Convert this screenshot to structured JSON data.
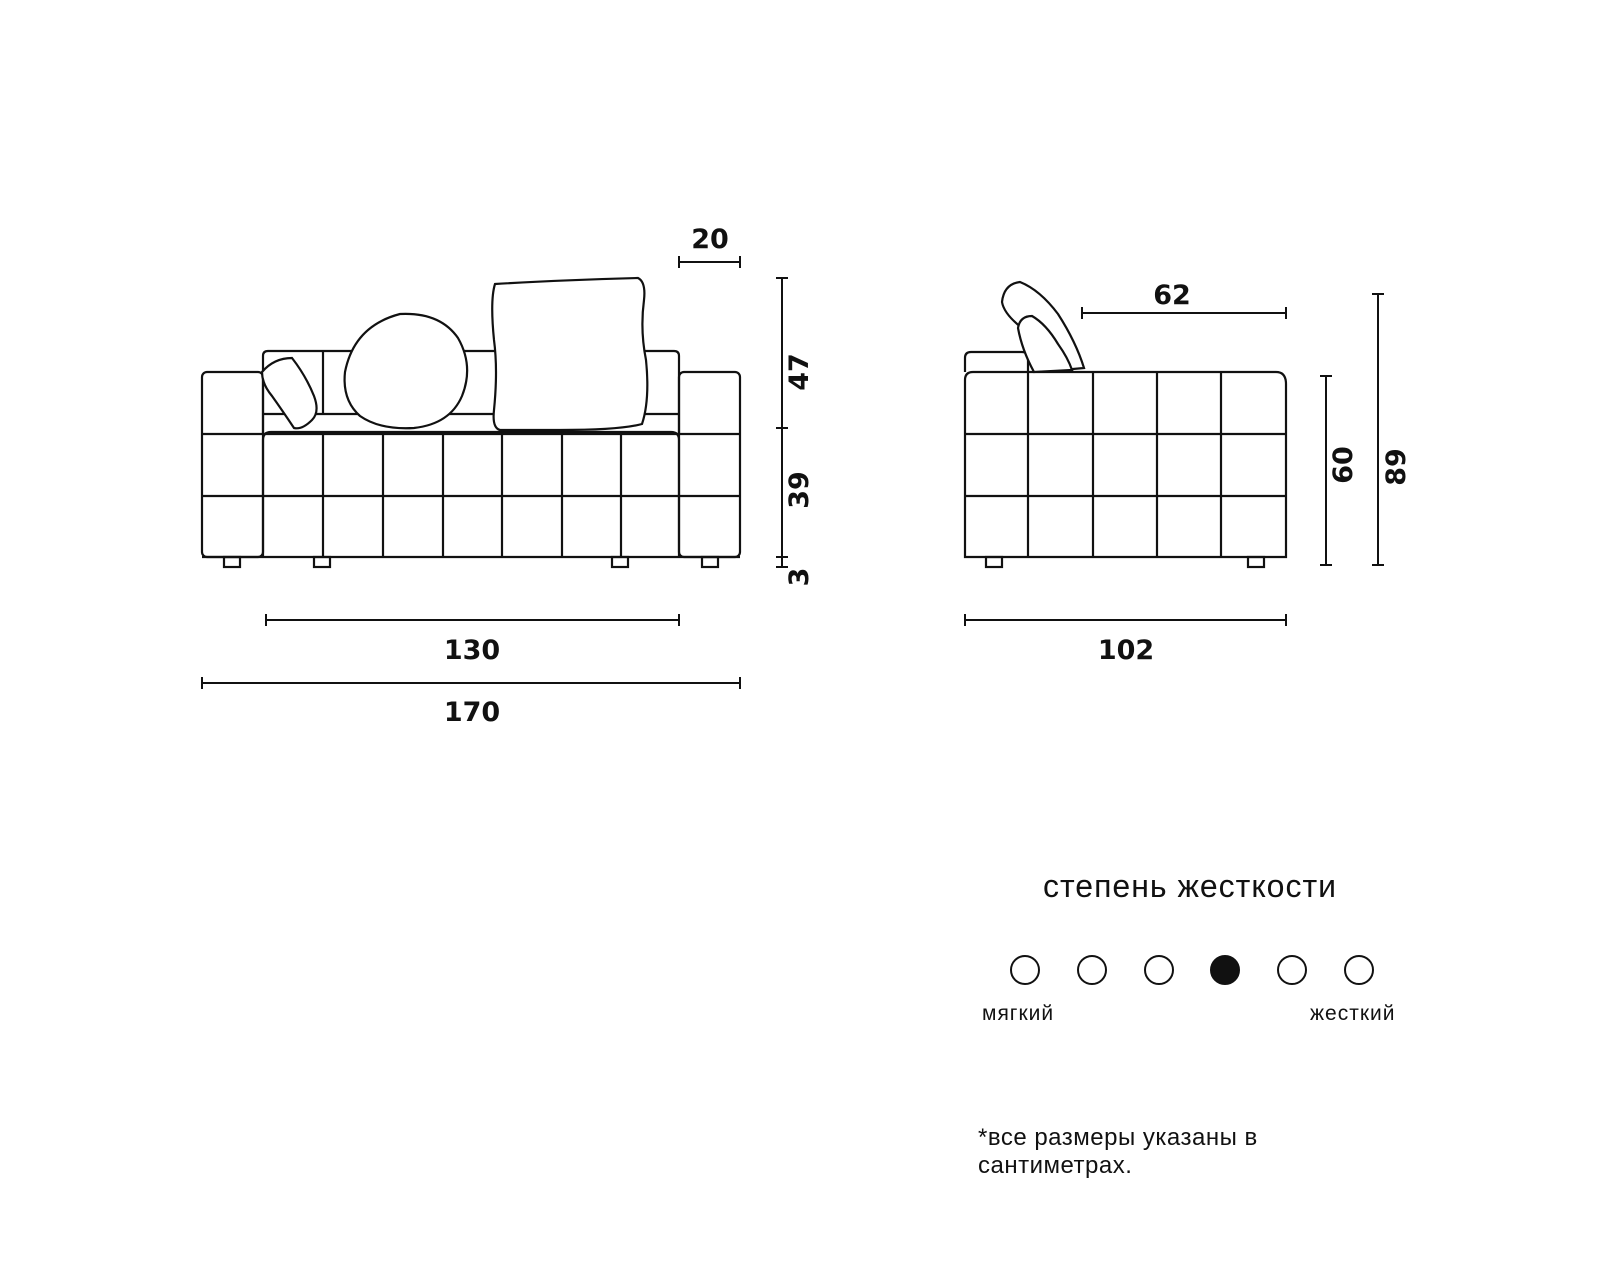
{
  "front_view": {
    "dim_width_overall": "170",
    "dim_width_seat": "130",
    "dim_armrest": "20",
    "dim_back_height": "47",
    "dim_seat_height": "39",
    "dim_leg_height": "3"
  },
  "side_view": {
    "dim_depth_overall": "102",
    "dim_seat_depth": "62",
    "dim_arm_height": "60",
    "dim_total_height": "89"
  },
  "firmness": {
    "title": "степень жесткости",
    "levels": 6,
    "selected_level": 4,
    "label_soft": "мягкий",
    "label_hard": "жесткий"
  },
  "footnote": "*все размеры указаны в сантиметрах."
}
